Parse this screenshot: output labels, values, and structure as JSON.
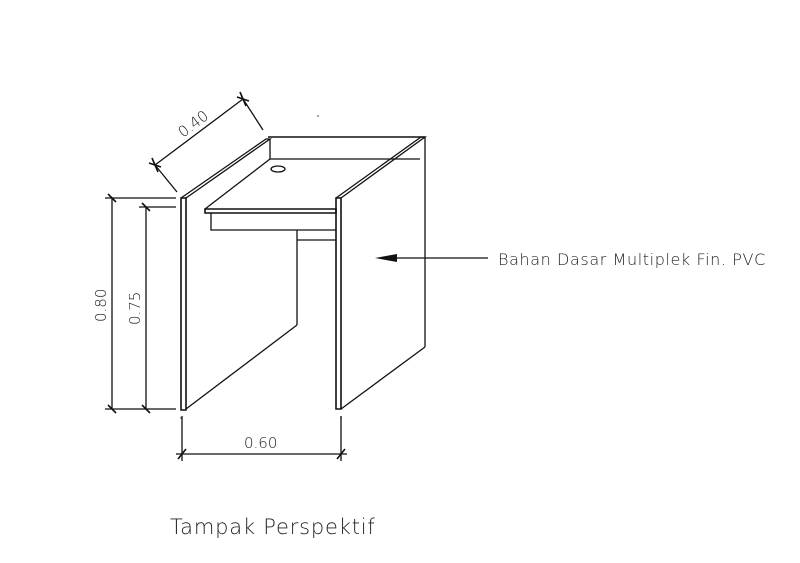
{
  "drawing": {
    "title": "Tampak Perspektif",
    "annotation": {
      "label": "Bahan Dasar Multiplek Fin. PVC",
      "arrow_direction": "left"
    },
    "dimensions": {
      "depth": "0.40",
      "total_height": "0.80",
      "inner_height": "0.75",
      "width": "0.60"
    },
    "colors": {
      "line": "#111111",
      "background": "#ffffff"
    }
  }
}
